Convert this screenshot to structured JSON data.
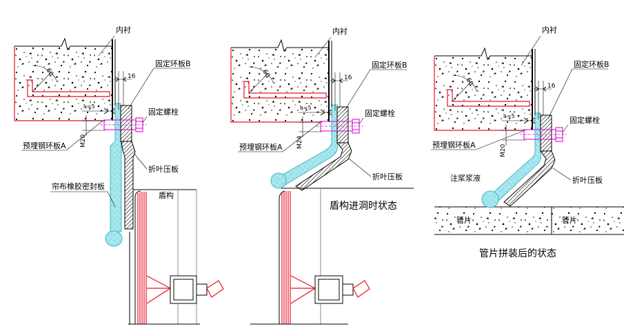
{
  "colors": {
    "red": "#e8102a",
    "seal_fill": "#a6e6ec",
    "seal_line": "#3fb8c6",
    "bolt": "#e21fd8",
    "gray": "#8c8c8c"
  },
  "panels": [
    {
      "lining": "内衬",
      "ring_plate_b": "固定环板B",
      "dim_width": "16",
      "angle": "60",
      "gap": "a=5",
      "bolt": "固定螺栓",
      "ring_plate_a": "预埋钢环板A",
      "bolt_size": "M20",
      "flap_plate": "折叶压板",
      "rubber_seal": "帘布橡胶密封板",
      "shield": "盾构"
    },
    {
      "lining": "内衬",
      "ring_plate_b": "固定环板B",
      "dim_width": "16",
      "angle": "60",
      "gap": "a=5",
      "bolt": "固定螺栓",
      "ring_plate_a": "预埋钢环板A",
      "bolt_size": "M24",
      "flap_plate": "折叶压板",
      "caption": "盾构进洞时状态"
    },
    {
      "lining": "内衬",
      "ring_plate_b": "固定环板B",
      "dim_width": "16",
      "angle": "60",
      "gap": "a=5",
      "bolt": "固定螺栓",
      "ring_plate_a": "预埋钢环板A",
      "bolt_size": "M20",
      "flap_plate": "折叶压板",
      "grout": "注浆浆液",
      "segments": [
        "管片",
        "管片"
      ],
      "caption": "管片拼装后的状态"
    }
  ]
}
